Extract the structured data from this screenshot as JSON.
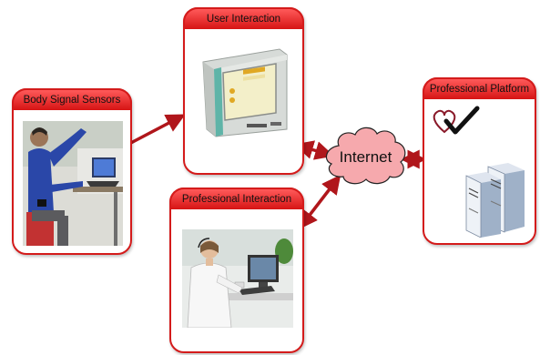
{
  "panels": {
    "body_signal_sensors": {
      "title": "Body Signal Sensors"
    },
    "user_interaction": {
      "title": "User Interaction"
    },
    "professional_interaction": {
      "title": "Professional Interaction"
    },
    "professional_platform": {
      "title": "Professional Platform"
    }
  },
  "internet": {
    "label": "Internet"
  },
  "colors": {
    "border": "#d41b1b",
    "header": "#e52525",
    "cloud": "#f6a9ad",
    "arrow": "#b0161b"
  },
  "icons": [
    "person-with-sensors-photo",
    "crt-monitor-icon",
    "doctor-at-computer-photo",
    "heart-check-icon",
    "server-icon"
  ]
}
